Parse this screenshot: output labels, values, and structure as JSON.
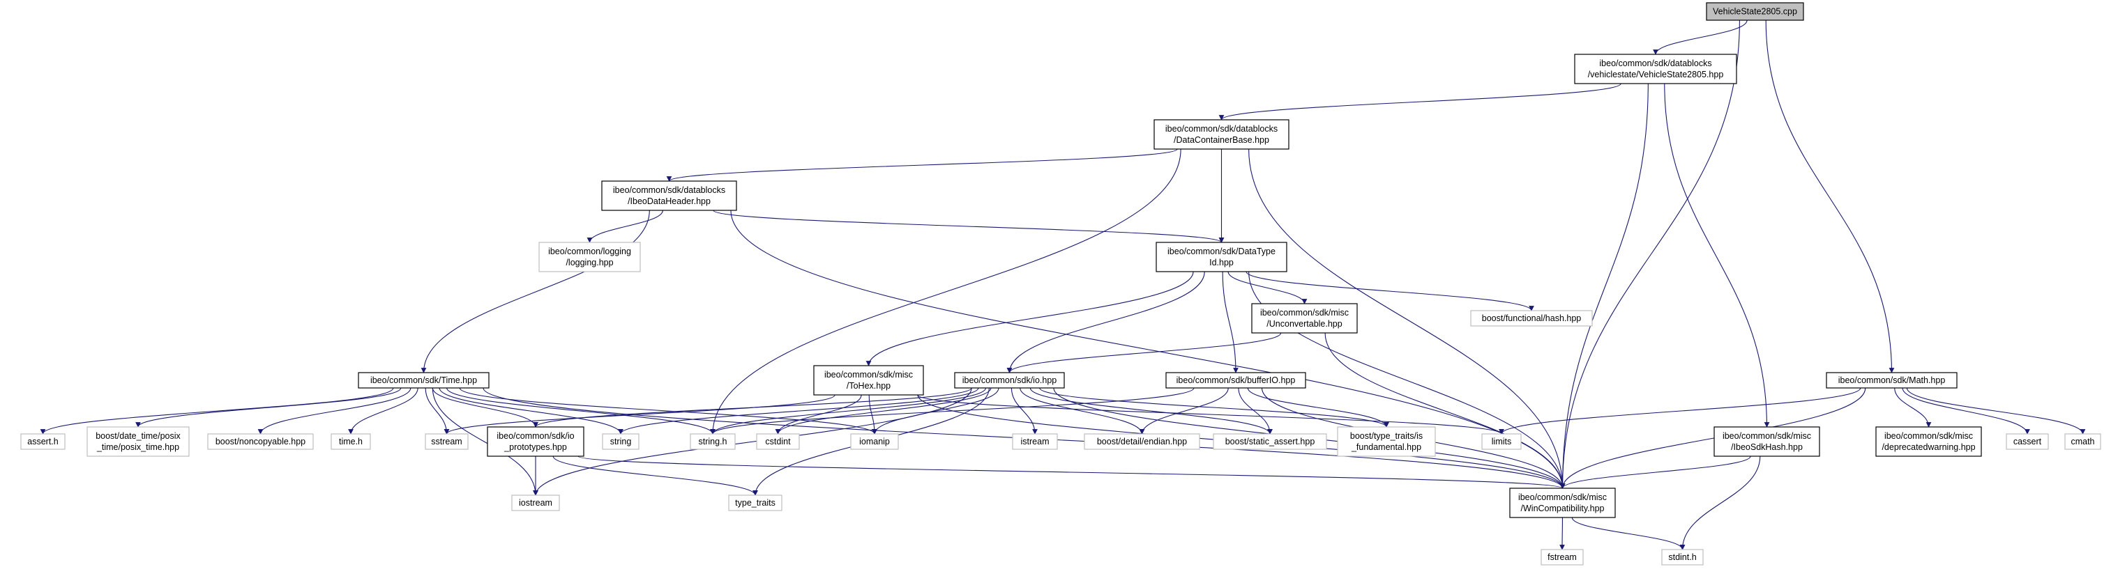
{
  "colors": {
    "edge": "#191970",
    "root_fill": "#bfbfbf",
    "system_border": "#bfbfbf",
    "local_border": "#000000"
  },
  "nodes": {
    "root": {
      "lines": [
        "VehicleState2805.cpp"
      ],
      "kind": "root"
    },
    "vs2805hpp": {
      "lines": [
        "ibeo/common/sdk/datablocks",
        "/vehiclestate/VehicleState2805.hpp"
      ],
      "kind": "local"
    },
    "dcb": {
      "lines": [
        "ibeo/common/sdk/datablocks",
        "/DataContainerBase.hpp"
      ],
      "kind": "local"
    },
    "idh": {
      "lines": [
        "ibeo/common/sdk/datablocks",
        "/IbeoDataHeader.hpp"
      ],
      "kind": "local"
    },
    "logging": {
      "lines": [
        "ibeo/common/logging",
        "/logging.hpp"
      ],
      "kind": "system"
    },
    "dtid": {
      "lines": [
        "ibeo/common/sdk/DataType",
        "Id.hpp"
      ],
      "kind": "local"
    },
    "unconv": {
      "lines": [
        "ibeo/common/sdk/misc",
        "/Unconvertable.hpp"
      ],
      "kind": "local"
    },
    "funchash": {
      "lines": [
        "boost/functional/hash.hpp"
      ],
      "kind": "system"
    },
    "timehpp": {
      "lines": [
        "ibeo/common/sdk/Time.hpp"
      ],
      "kind": "local"
    },
    "tohex": {
      "lines": [
        "ibeo/common/sdk/misc",
        "/ToHex.hpp"
      ],
      "kind": "local"
    },
    "iohpp": {
      "lines": [
        "ibeo/common/sdk/io.hpp"
      ],
      "kind": "local"
    },
    "bufferio": {
      "lines": [
        "ibeo/common/sdk/bufferIO.hpp"
      ],
      "kind": "local"
    },
    "mathhpp": {
      "lines": [
        "ibeo/common/sdk/Math.hpp"
      ],
      "kind": "local"
    },
    "asserth": {
      "lines": [
        "assert.h"
      ],
      "kind": "system"
    },
    "posixtime": {
      "lines": [
        "boost/date_time/posix",
        "_time/posix_time.hpp"
      ],
      "kind": "system"
    },
    "noncopy": {
      "lines": [
        "boost/noncopyable.hpp"
      ],
      "kind": "system"
    },
    "timeh": {
      "lines": [
        "time.h"
      ],
      "kind": "system"
    },
    "sstream": {
      "lines": [
        "sstream"
      ],
      "kind": "system"
    },
    "ioproto": {
      "lines": [
        "ibeo/common/sdk/io",
        "_prototypes.hpp"
      ],
      "kind": "local"
    },
    "string": {
      "lines": [
        "string"
      ],
      "kind": "system"
    },
    "stringh": {
      "lines": [
        "string.h"
      ],
      "kind": "system"
    },
    "cstdint": {
      "lines": [
        "cstdint"
      ],
      "kind": "system"
    },
    "iomanip": {
      "lines": [
        "iomanip"
      ],
      "kind": "system"
    },
    "istream": {
      "lines": [
        "istream"
      ],
      "kind": "system"
    },
    "endian": {
      "lines": [
        "boost/detail/endian.hpp"
      ],
      "kind": "system"
    },
    "staticassert": {
      "lines": [
        "boost/static_assert.hpp"
      ],
      "kind": "system"
    },
    "isfund": {
      "lines": [
        "boost/type_traits/is",
        "_fundamental.hpp"
      ],
      "kind": "system"
    },
    "limits": {
      "lines": [
        "limits"
      ],
      "kind": "system"
    },
    "sdkhash": {
      "lines": [
        "ibeo/common/sdk/misc",
        "/IbeoSdkHash.hpp"
      ],
      "kind": "local"
    },
    "deprwarn": {
      "lines": [
        "ibeo/common/sdk/misc",
        "/deprecatedwarning.hpp"
      ],
      "kind": "local"
    },
    "cassert": {
      "lines": [
        "cassert"
      ],
      "kind": "system"
    },
    "cmath": {
      "lines": [
        "cmath"
      ],
      "kind": "system"
    },
    "wincompat": {
      "lines": [
        "ibeo/common/sdk/misc",
        "/WinCompatibility.hpp"
      ],
      "kind": "local"
    },
    "iostream": {
      "lines": [
        "iostream"
      ],
      "kind": "system"
    },
    "typetraits": {
      "lines": [
        "type_traits"
      ],
      "kind": "system"
    },
    "fstream": {
      "lines": [
        "fstream"
      ],
      "kind": "system"
    },
    "stdinth": {
      "lines": [
        "stdint.h"
      ],
      "kind": "system"
    }
  },
  "edges": [
    [
      "root",
      "vs2805hpp"
    ],
    [
      "root",
      "wincompat"
    ],
    [
      "root",
      "mathhpp"
    ],
    [
      "vs2805hpp",
      "dcb"
    ],
    [
      "vs2805hpp",
      "wincompat"
    ],
    [
      "vs2805hpp",
      "sdkhash"
    ],
    [
      "dcb",
      "idh"
    ],
    [
      "dcb",
      "dtid"
    ],
    [
      "dcb",
      "stringh"
    ],
    [
      "dcb",
      "wincompat"
    ],
    [
      "idh",
      "logging"
    ],
    [
      "idh",
      "dtid"
    ],
    [
      "idh",
      "timehpp"
    ],
    [
      "idh",
      "wincompat"
    ],
    [
      "dtid",
      "unconv"
    ],
    [
      "dtid",
      "funchash"
    ],
    [
      "dtid",
      "tohex"
    ],
    [
      "dtid",
      "iohpp"
    ],
    [
      "dtid",
      "bufferio"
    ],
    [
      "dtid",
      "wincompat"
    ],
    [
      "unconv",
      "iohpp"
    ],
    [
      "unconv",
      "wincompat"
    ],
    [
      "timehpp",
      "asserth"
    ],
    [
      "timehpp",
      "posixtime"
    ],
    [
      "timehpp",
      "noncopy"
    ],
    [
      "timehpp",
      "timeh"
    ],
    [
      "timehpp",
      "sstream"
    ],
    [
      "timehpp",
      "ioproto"
    ],
    [
      "timehpp",
      "string"
    ],
    [
      "timehpp",
      "stringh"
    ],
    [
      "timehpp",
      "iomanip"
    ],
    [
      "timehpp",
      "iostream"
    ],
    [
      "timehpp",
      "wincompat"
    ],
    [
      "tohex",
      "sstream"
    ],
    [
      "tohex",
      "cstdint"
    ],
    [
      "tohex",
      "iomanip"
    ],
    [
      "tohex",
      "limits"
    ],
    [
      "tohex",
      "wincompat"
    ],
    [
      "iohpp",
      "ioproto"
    ],
    [
      "iohpp",
      "string"
    ],
    [
      "iohpp",
      "stringh"
    ],
    [
      "iohpp",
      "cstdint"
    ],
    [
      "iohpp",
      "iomanip"
    ],
    [
      "iohpp",
      "istream"
    ],
    [
      "iohpp",
      "endian"
    ],
    [
      "iohpp",
      "staticassert"
    ],
    [
      "iohpp",
      "isfund"
    ],
    [
      "iohpp",
      "iostream"
    ],
    [
      "iohpp",
      "typetraits"
    ],
    [
      "iohpp",
      "wincompat"
    ],
    [
      "bufferio",
      "stringh"
    ],
    [
      "bufferio",
      "endian"
    ],
    [
      "bufferio",
      "staticassert"
    ],
    [
      "bufferio",
      "isfund"
    ],
    [
      "bufferio",
      "wincompat"
    ],
    [
      "ioproto",
      "iostream"
    ],
    [
      "ioproto",
      "typetraits"
    ],
    [
      "ioproto",
      "wincompat"
    ],
    [
      "mathhpp",
      "limits"
    ],
    [
      "mathhpp",
      "deprwarn"
    ],
    [
      "mathhpp",
      "cassert"
    ],
    [
      "mathhpp",
      "cmath"
    ],
    [
      "mathhpp",
      "wincompat"
    ],
    [
      "sdkhash",
      "wincompat"
    ],
    [
      "sdkhash",
      "stdinth"
    ],
    [
      "wincompat",
      "fstream"
    ],
    [
      "wincompat",
      "stdinth"
    ]
  ]
}
